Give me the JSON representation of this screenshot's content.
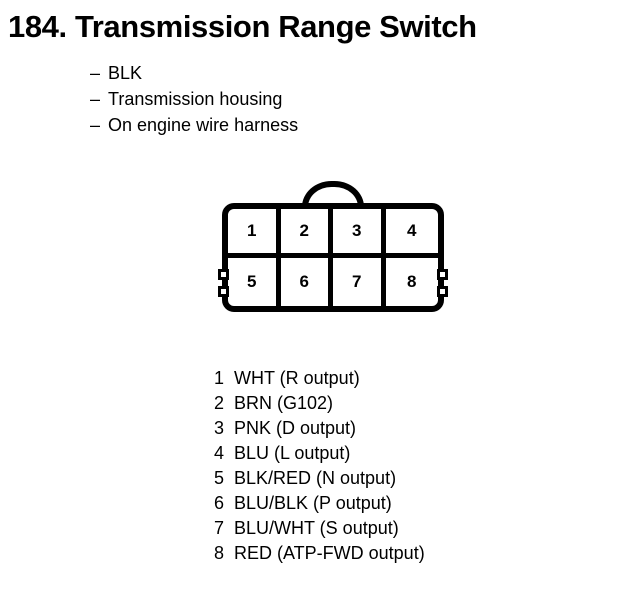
{
  "title": "184. Transmission Range Switch",
  "specs": [
    {
      "dash": "–",
      "text": "BLK"
    },
    {
      "dash": "–",
      "text": "Transmission housing"
    },
    {
      "dash": "–",
      "text": "On engine wire harness"
    }
  ],
  "connector": {
    "pins_top": [
      "1",
      "2",
      "3",
      "4"
    ],
    "pins_bottom": [
      "5",
      "6",
      "7",
      "8"
    ]
  },
  "legend": [
    {
      "num": "1",
      "text": "WHT (R output)"
    },
    {
      "num": "2",
      "text": "BRN (G102)"
    },
    {
      "num": "3",
      "text": "PNK (D output)"
    },
    {
      "num": "4",
      "text": "BLU (L output)"
    },
    {
      "num": "5",
      "text": "BLK/RED (N output)"
    },
    {
      "num": "6",
      "text": "BLU/BLK (P output)"
    },
    {
      "num": "7",
      "text": "BLU/WHT (S output)"
    },
    {
      "num": "8",
      "text": "RED (ATP-FWD output)"
    }
  ],
  "colors": {
    "ink": "#000000",
    "background": "#ffffff"
  }
}
